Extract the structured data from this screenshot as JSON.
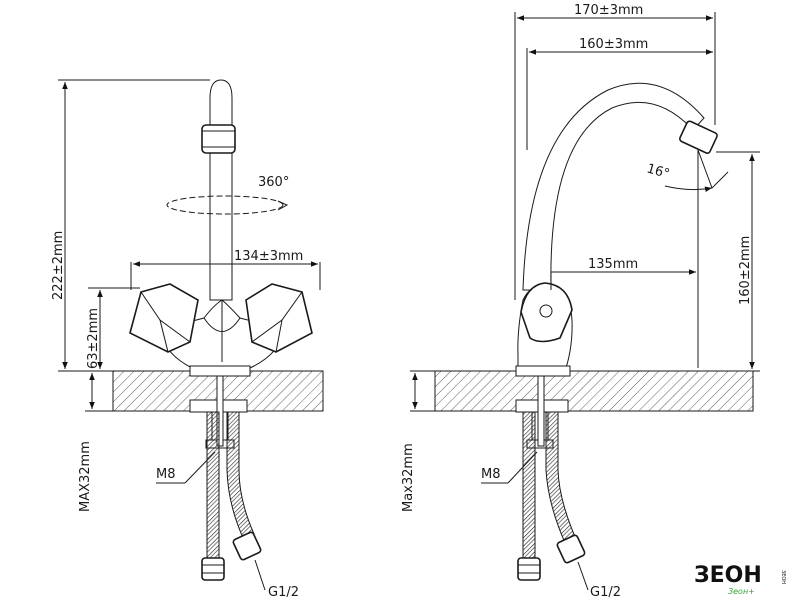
{
  "front_view": {
    "height_label": "222±2mm",
    "handle_height_label": "63±2mm",
    "handle_span_label": "134±3mm",
    "rotation_label": "360°",
    "max_thickness_label": "MAX32mm",
    "thread_label": "M8",
    "connection_label": "G1/2"
  },
  "side_view": {
    "overall_reach_label": "170±3mm",
    "spout_reach_label": "160±3mm",
    "angle_label": "16°",
    "outlet_reach_label": "135mm",
    "outlet_height_label": "160±2mm",
    "max_thickness_label": "Max32mm",
    "thread_label": "M8",
    "connection_label": "G1/2"
  },
  "logo": {
    "brand": "ЗЕОН",
    "sub": "Зеон+",
    "side_text": "ЗЕОН",
    "brand_color": "#111111",
    "accent_color": "#3aa23a"
  }
}
